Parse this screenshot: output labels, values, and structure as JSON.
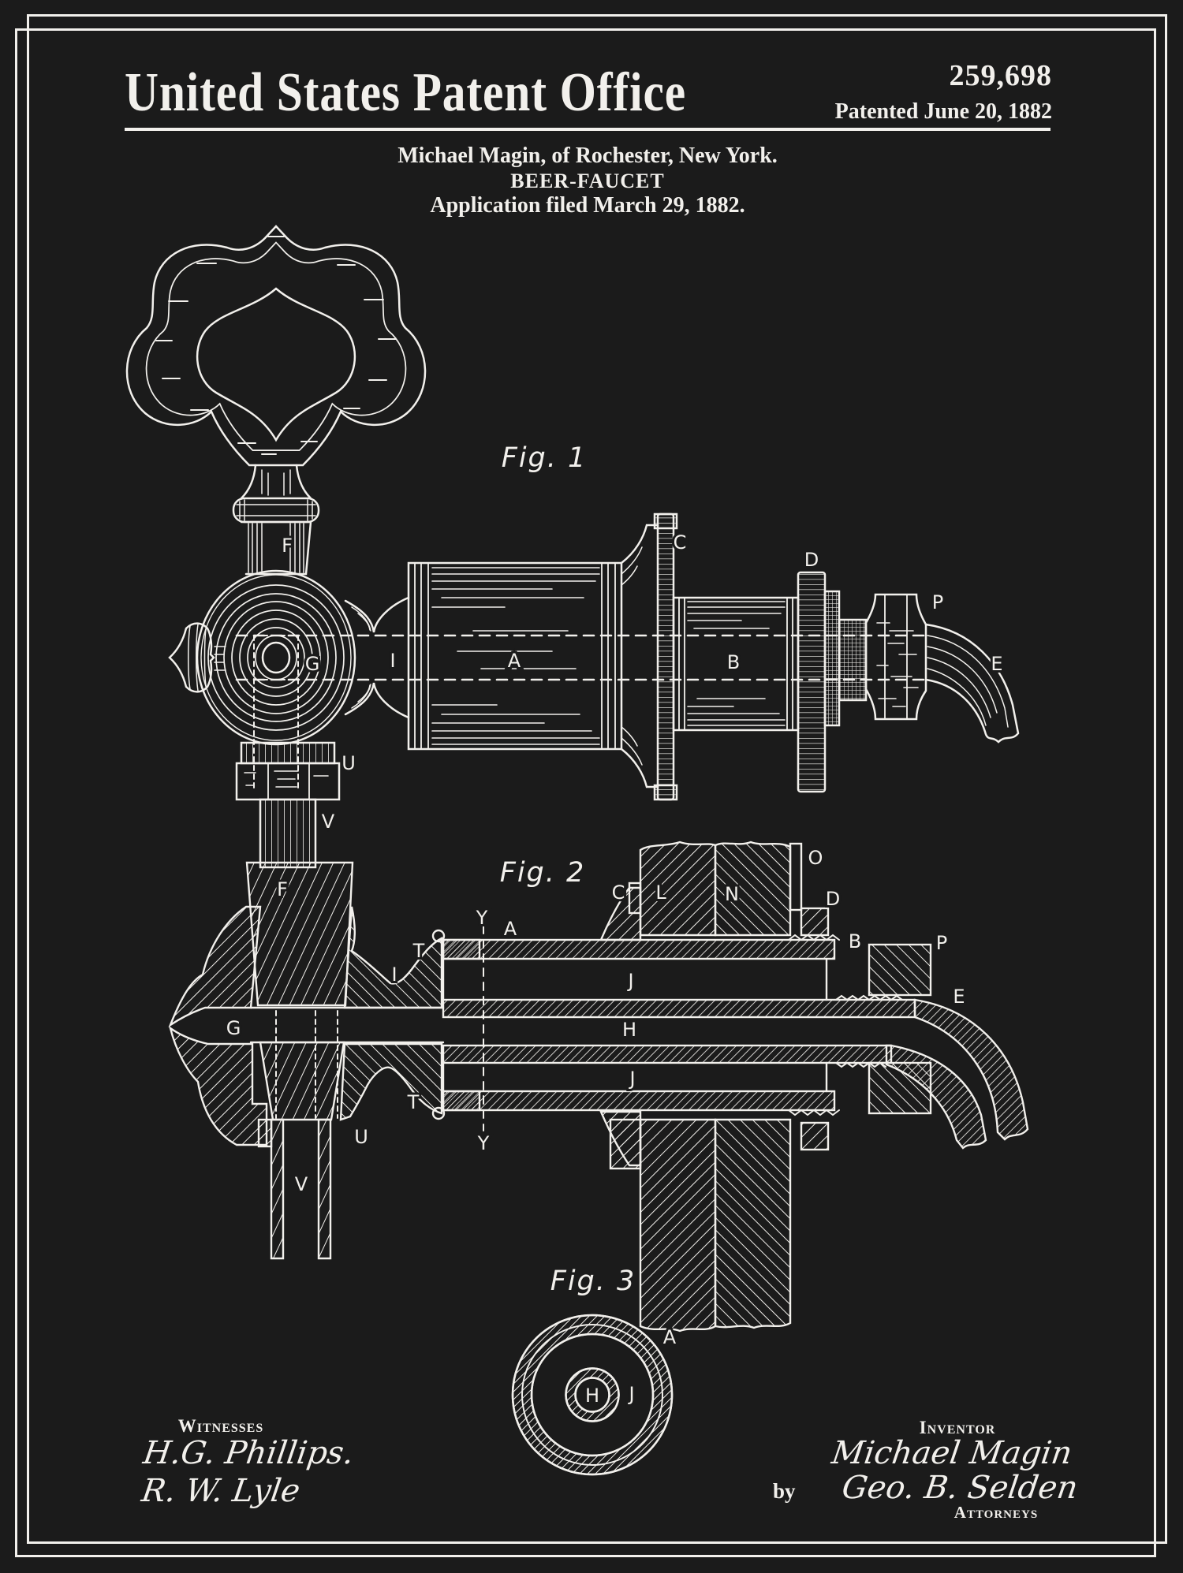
{
  "page": {
    "background": "#1b1b1b",
    "ink": "#f2f0ec"
  },
  "header": {
    "title": "United States Patent Office",
    "patent_number": "259,698",
    "patented_line": "Patented June 20, 1882",
    "inventor_line": "Michael Magin, of Rochester, New York.",
    "invention_title": "BEER-FAUCET",
    "application_line": "Application filed March 29, 1882."
  },
  "figures": {
    "fig1": {
      "caption": "Fig. 1",
      "labels": {
        "f": "F",
        "c": "C",
        "d": "D",
        "p": "P",
        "e": "E",
        "a": "A",
        "b": "B",
        "g": "G",
        "i": "I",
        "u": "U",
        "v": "V"
      }
    },
    "fig2": {
      "caption": "Fig. 2",
      "labels": {
        "f": "F",
        "g": "G",
        "i": "I",
        "c": "C",
        "l": "L",
        "n": "N",
        "o": "O",
        "d": "D",
        "b": "B",
        "p": "P",
        "e": "E",
        "y1": "Y",
        "a": "A",
        "j1": "J",
        "h": "H",
        "j2": "J",
        "t1": "T",
        "t2": "T",
        "y2": "Y",
        "u": "U",
        "v": "V"
      }
    },
    "fig3": {
      "caption": "Fig. 3",
      "labels": {
        "a": "A",
        "j": "J",
        "h": "H"
      }
    }
  },
  "footer": {
    "witnesses_heading": "Witnesses",
    "witness_signatures": [
      "H.G. Phillips.",
      "R. W. Lyle"
    ],
    "by_label": "by",
    "inventor_heading": "Inventor",
    "inventor_signature": "Michael Magin",
    "attorney_signature": "Geo. B. Selden",
    "attorneys_heading": "Attorneys"
  }
}
